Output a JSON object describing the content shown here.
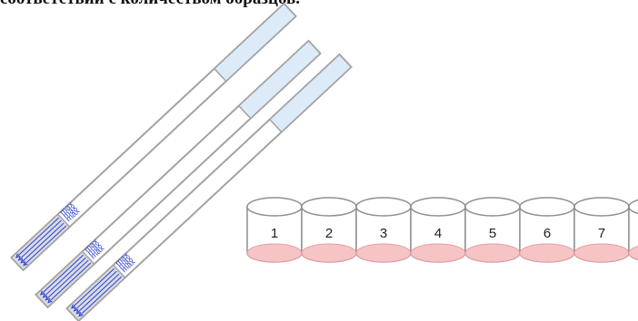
{
  "heading": "соответствии с количеством образцов.",
  "strips": [
    {
      "max_labels": [
        "max",
        "max",
        "max"
      ]
    },
    {
      "max_labels": [
        "max",
        "max",
        "max"
      ]
    },
    {
      "max_labels": [
        "max",
        "max",
        "max"
      ]
    }
  ],
  "cups": [
    {
      "label": "1"
    },
    {
      "label": "2"
    },
    {
      "label": "3"
    },
    {
      "label": "4"
    },
    {
      "label": "5"
    },
    {
      "label": "6"
    },
    {
      "label": "7"
    },
    {
      "label": ""
    }
  ],
  "colors": {
    "strip_outline": "#a3a3a3",
    "strip_pad": "#ddeaf8",
    "strip_grip": "#d9dbe3",
    "strip_lines": "#2a3fd0",
    "cup_outline": "#8f8f8f",
    "cup_liquid": "#f7c4c6",
    "cup_liquid_edge": "#e69ea3"
  }
}
